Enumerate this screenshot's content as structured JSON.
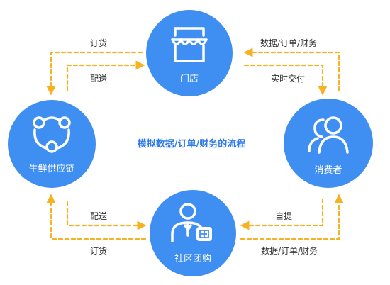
{
  "center_text": "模拟数据/订单/财务的流程",
  "nodes": {
    "store": {
      "label": "门店",
      "icon": "storefront-icon"
    },
    "supply_chain": {
      "label": "生鲜供应链",
      "icon": "network-nodes-icon"
    },
    "consumer": {
      "label": "消费者",
      "icon": "users-icon"
    },
    "community": {
      "label": "社区团购",
      "icon": "group-leader-icon"
    }
  },
  "edges": {
    "store_to_supply": "订货",
    "supply_to_store": "配送",
    "consumer_to_store": "数据/订单/财务",
    "store_to_consumer": "实时交付",
    "supply_to_community": "配送",
    "community_to_supply": "订货",
    "consumer_to_community": "自提",
    "community_to_consumer": "数据/订单/财务"
  },
  "colors": {
    "node_blue": "#3f8ef2",
    "arrow_orange": "#f5b324",
    "center_text_blue": "#2f7be8"
  }
}
